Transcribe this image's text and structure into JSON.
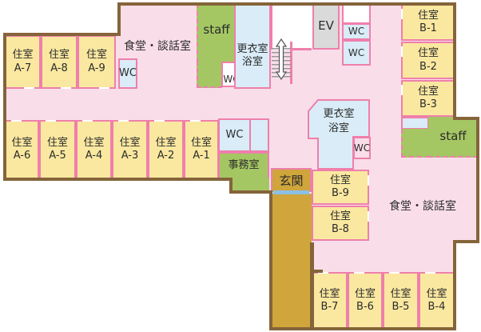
{
  "labels": {
    "dining": "食堂・談話室",
    "staff": "staff",
    "wc": "WC",
    "ev": "EV",
    "changing_room": "更衣室",
    "bath": "浴室",
    "office": "事務室",
    "entrance": "玄関",
    "unit": "住室"
  },
  "rooms": {
    "a_wing": [
      "A-7",
      "A-8",
      "A-9",
      "A-6",
      "A-5",
      "A-4",
      "A-3",
      "A-2",
      "A-1"
    ],
    "b_wing": [
      "B-1",
      "B-2",
      "B-3",
      "B-9",
      "B-8",
      "B-7",
      "B-6",
      "B-5",
      "B-4"
    ]
  },
  "colors": {
    "outline_brown": "#85643A",
    "wall_pink": "#EF7FAB",
    "floor_pink": "#F9DEE9",
    "room_yellow": "#FAE8A0",
    "staff_green": "#A5C763",
    "wc_blue": "#D9ECF7",
    "entrance_gold": "#CFA53C",
    "entrance_door_blue": "#8CBFE4",
    "elevator_gray": "#DADADA"
  }
}
